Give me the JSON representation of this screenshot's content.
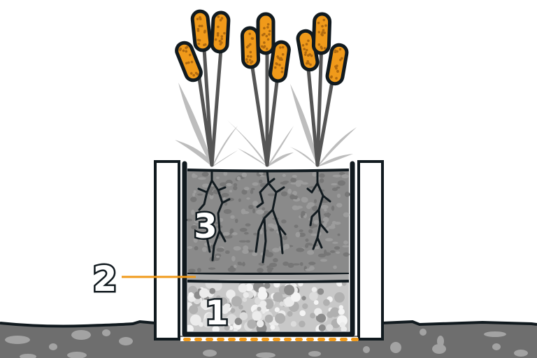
{
  "diagram": {
    "type": "layered planter cross-section",
    "colors": {
      "outline": "#111a1f",
      "ground": "#6e6e6e",
      "ground_stones": "#a3a3a3",
      "substrate": "#8a8a8a",
      "gravel_bg": "#c8c8c8",
      "fleece": "#9a9a9a",
      "accent_orange": "#f09a1a",
      "cattail_dots": "#b06a10",
      "stem_dark": "#555555",
      "leaf_light": "#bdbdbd",
      "border_white": "#ffffff"
    },
    "labels": {
      "layer_1": "1",
      "layer_2": "2",
      "layer_3": "3"
    },
    "layers": [
      {
        "id": "1",
        "name": "drainage gravel layer",
        "position": "bottom"
      },
      {
        "id": "2",
        "name": "filter fleece / separation layer",
        "position": "middle",
        "pointer": "orange leader line"
      },
      {
        "id": "3",
        "name": "planting substrate with roots",
        "position": "top"
      }
    ],
    "plants": {
      "count": 3,
      "kind": "cattail (reed mace)",
      "heads_per_plant": 3
    },
    "base": "orange dotted drainage strip below container"
  }
}
